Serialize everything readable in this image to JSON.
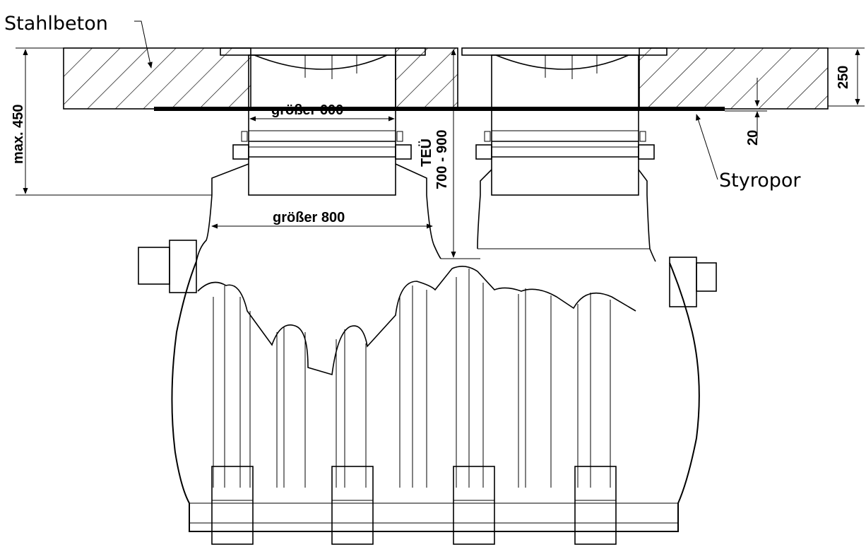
{
  "labels": {
    "stahlbeton": "Stahlbeton",
    "styropor": "Styropor",
    "max_450": "max. 450",
    "groesser_600": "größer 600",
    "groesser_800": "größer 800",
    "teu": "TEÜ",
    "teu_range": "700 - 900",
    "dim_250": "250",
    "dim_20": "20"
  },
  "colors": {
    "line": "#000000",
    "background": "#ffffff"
  }
}
